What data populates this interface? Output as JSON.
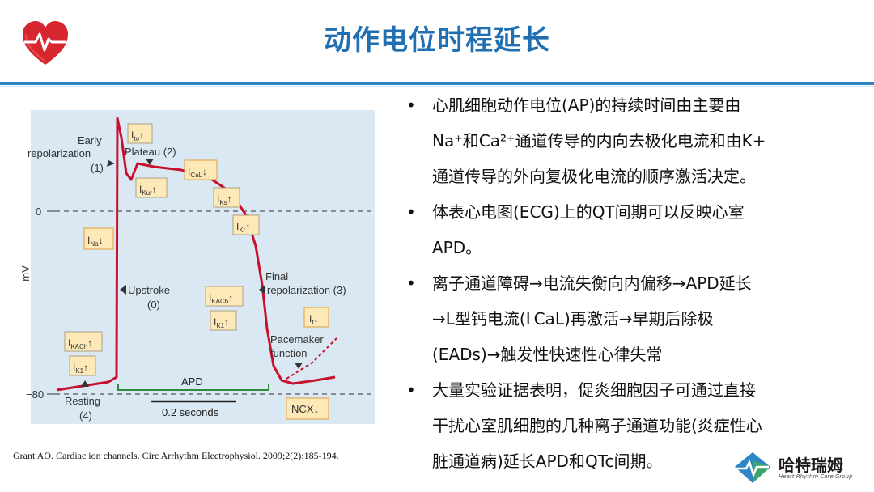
{
  "header": {
    "title": "动作电位时程延长"
  },
  "figure": {
    "y_axis": {
      "label": "mV",
      "ticks": [
        "0",
        "−80"
      ]
    },
    "annotations": {
      "early_repol": [
        "Early",
        "repolarization",
        "(1)"
      ],
      "plateau": "Plateau (2)",
      "upstroke": [
        "Upstroke",
        "(0)"
      ],
      "final_repol": [
        "Final",
        "repolarization (3)"
      ],
      "pacemaker": [
        "Pacemaker",
        "function"
      ],
      "resting": [
        "Resting",
        "(4)"
      ],
      "apd": "APD",
      "scale": "0.2 seconds"
    },
    "currents": {
      "ito": "I",
      "ito_sub": "to",
      "ito_arrow": "↑",
      "ical": "I",
      "ical_sub": "CaL",
      "ical_arrow": "↓",
      "ikur": "I",
      "ikur_sub": "Kur",
      "ikur_arrow": "↑",
      "iks": "I",
      "iks_sub": "Ks",
      "iks_arrow": "↑",
      "ikr": "I",
      "ikr_sub": "Kr",
      "ikr_arrow": "↑",
      "ina": "I",
      "ina_sub": "Na",
      "ina_arrow": "↓",
      "ikach1": "I",
      "ikach1_sub": "KACh",
      "ikach1_arrow": "↑",
      "ik1a": "I",
      "ik1a_sub": "K1",
      "ik1a_arrow": "↑",
      "if": "I",
      "if_sub": "f",
      "if_arrow": "↓",
      "ikach2": "I",
      "ikach2_sub": "KACh",
      "ikach2_arrow": "↑",
      "ik1b": "I",
      "ik1b_sub": "K1",
      "ik1b_arrow": "↑",
      "ncx": "NCX",
      "ncx_arrow": "↓"
    },
    "colors": {
      "curve": "#c8102e",
      "panel": "#d9e8f2",
      "box": "#fde9b8",
      "box_border": "#e0a040",
      "apd_bracket": "#2e8b3a"
    }
  },
  "citation": "Grant AO. Cardiac ion channels. Circ Arrhythm Electrophysiol. 2009;2(2):185-194.",
  "bullets": [
    [
      "心肌细胞动作电位(AP)的持续时间由主要由",
      "Na⁺和Ca²⁺通道传导的内向去极化电流和由K+",
      "通道传导的外向复极化电流的顺序激活决定。"
    ],
    [
      "体表心电图(ECG)上的QT间期可以反映心室",
      "APD。"
    ],
    [
      "离子通道障碍→电流失衡向内偏移→APD延长",
      "→L型钙电流(I CaL)再激活→早期后除极",
      "(EADs)→触发性快速性心律失常"
    ],
    [
      "大量实验证据表明，促炎细胞因子可通过直接",
      "干扰心室肌细胞的几种离子通道功能(炎症性心",
      "脏通道病)延长APD和QTc间期。"
    ]
  ],
  "bullet_glyph": "•",
  "brand": {
    "name": "哈特瑞姆",
    "tagline": "Heart Rhythm Care Group"
  }
}
